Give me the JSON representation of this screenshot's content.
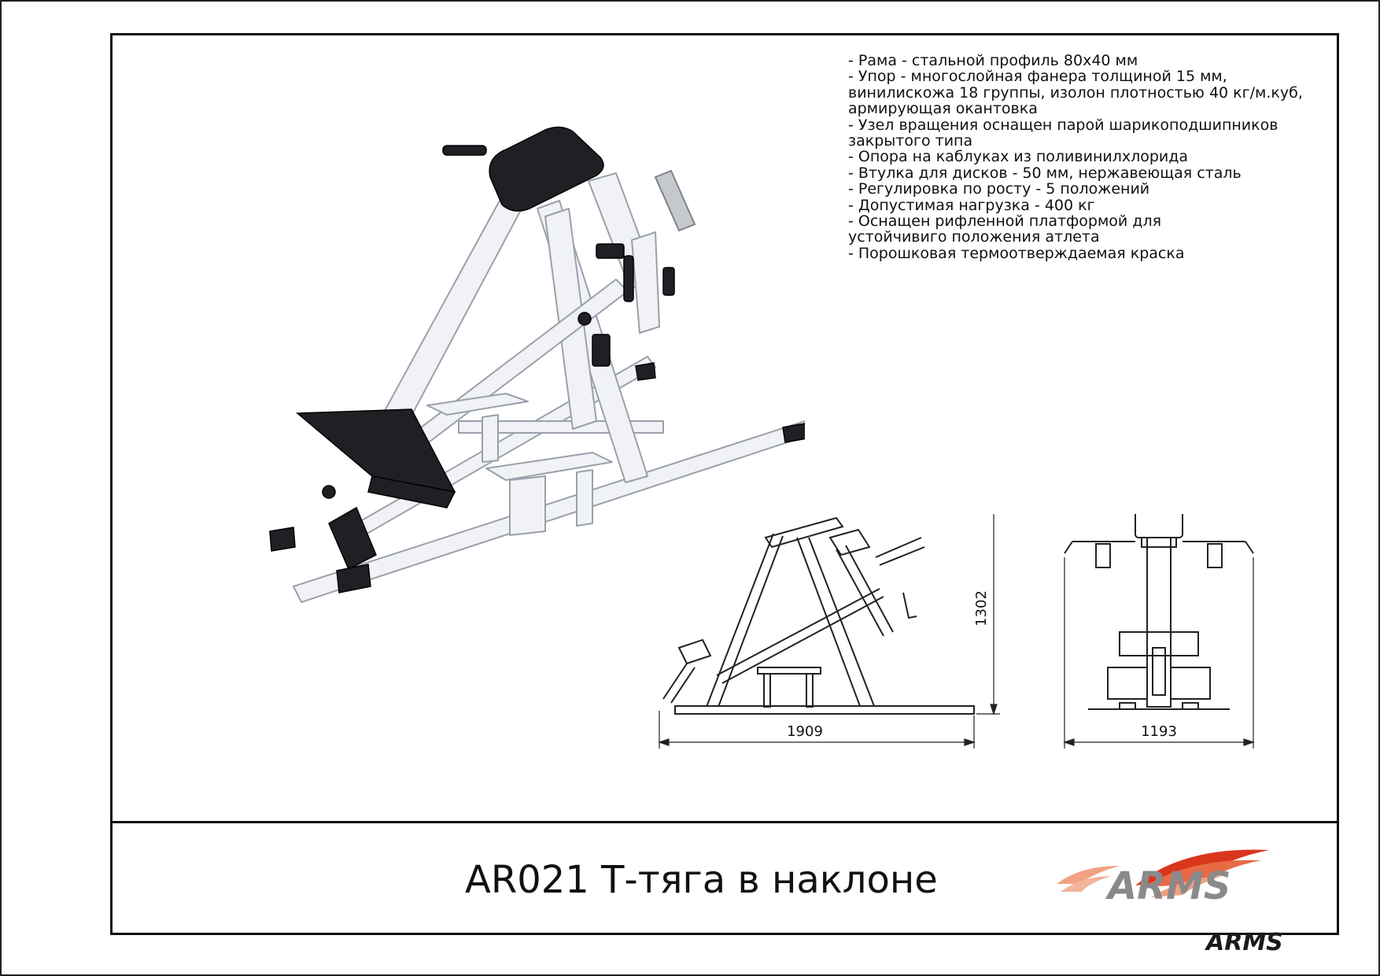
{
  "title": "AR021 Т-тяга в наклоне",
  "specs": [
    "- Рама - стальной профиль 80х40 мм",
    "- Упор - многослойная фанера толщиной 15 мм,",
    "винилискожа 18 группы, изолон плотностью 40 кг/м.куб,",
    "армирующая окантовка",
    "- Узел вращения оснащен парой шарикоподшипников",
    "закрытого типа",
    "- Опора на каблуках из поливинилхлорида",
    "- Втулка для дисков - 50 мм, нержавеющая сталь",
    "- Регулировка по росту - 5 положений",
    "- Допустимая нагрузка - 400 кг",
    "- Оснащен рифленной платформой для",
    "устойчивиго положения атлета",
    "- Порошковая термоотверждаемая краска"
  ],
  "dimensions": {
    "height": "1302",
    "length": "1909",
    "width": "1193"
  },
  "logo": {
    "brand_large": "ARMS",
    "brand_small": "ARMS",
    "accent_color": "#d9361c",
    "grey_color": "#8a8a8a"
  }
}
